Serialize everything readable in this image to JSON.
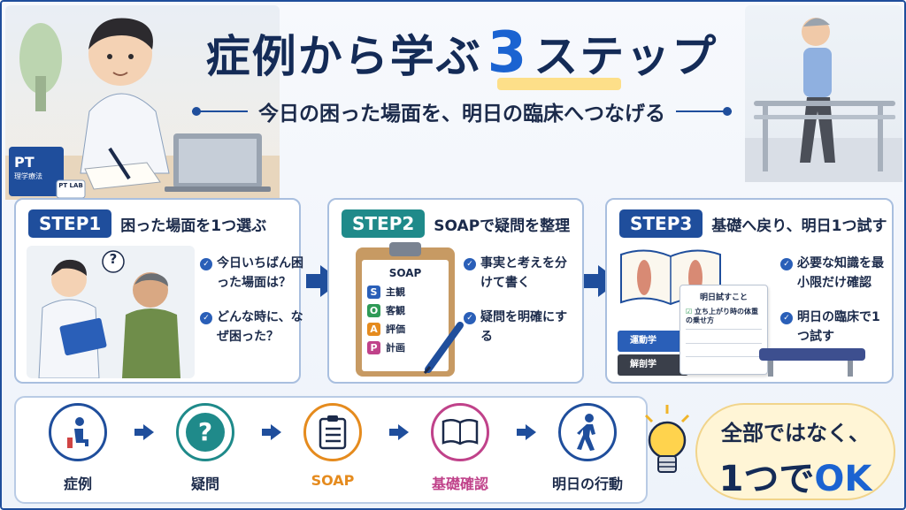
{
  "header": {
    "title_pre": "症例から学ぶ",
    "title_num": "3",
    "title_post": "ステップ",
    "subtitle": "今日の困った場面を、明日の臨床へつなげる",
    "book_label": "PT",
    "book_sub": "理学療法",
    "mug_label": "PT LAB"
  },
  "steps": [
    {
      "badge": "STEP1",
      "title": "困った場面を1つ選ぶ",
      "color": "#1f4e9c",
      "bullets": [
        "今日いちばん困った場面は？",
        "どんな時に、なぜ困った？"
      ],
      "bubble": "?"
    },
    {
      "badge": "STEP2",
      "title": "SOAPで疑問を整理",
      "color": "#1f8a8a",
      "bullets": [
        "事実と考えを分けて書く",
        "疑問を明確にする"
      ],
      "clipboard_title": "SOAP",
      "soap": [
        {
          "letter": "S",
          "label": "主観",
          "color": "#2a5fb8"
        },
        {
          "letter": "O",
          "label": "客観",
          "color": "#2f9a56"
        },
        {
          "letter": "A",
          "label": "評価",
          "color": "#e58b1e"
        },
        {
          "letter": "P",
          "label": "計画",
          "color": "#c0428a"
        }
      ]
    },
    {
      "badge": "STEP3",
      "title": "基礎へ戻り、明日1つ試す",
      "color": "#1f4e9c",
      "bullets": [
        "必要な知識を最小限だけ確認",
        "明日の臨床で1つ試す"
      ],
      "memo_title": "明日試すこと",
      "memo_item": "立ち上がり時の体重の乗せ方",
      "books": [
        "運動学",
        "解剖学"
      ]
    }
  ],
  "flow": [
    {
      "label": "症例",
      "icon": "patient-seated-icon",
      "color": "#1f4e9c"
    },
    {
      "label": "疑問",
      "icon": "question-bubble-icon",
      "color": "#1f8a8a",
      "glyph": "?"
    },
    {
      "label": "SOAP",
      "icon": "clipboard-checklist-icon",
      "color": "#e58b1e"
    },
    {
      "label": "基礎確認",
      "icon": "open-book-icon",
      "color": "#c0428a"
    },
    {
      "label": "明日の行動",
      "icon": "walking-person-icon",
      "color": "#1f4e9c"
    }
  ],
  "closing": {
    "line1": "全部ではなく、",
    "line2_pre": "1つで",
    "line2_hl": "OK"
  },
  "colors": {
    "navy": "#142b57",
    "accent": "#1b63d1",
    "teal": "#1f8a8a",
    "orange": "#e58b1e",
    "pink": "#c0428a"
  }
}
